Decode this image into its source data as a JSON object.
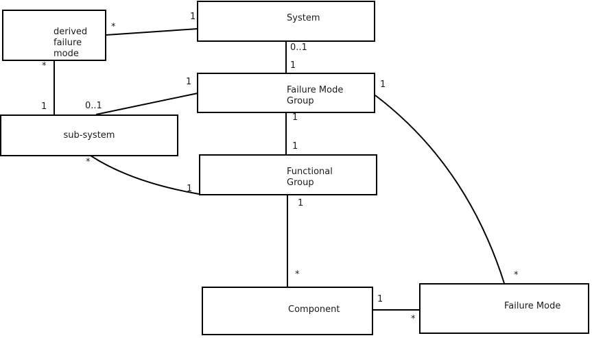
{
  "diagram": {
    "type": "uml-class-diagram",
    "background_color": "#ffffff",
    "line_color": "#000000",
    "entities": [
      {
        "id": "derived_failure_mode",
        "label": "derived\nfailure\nmode"
      },
      {
        "id": "system",
        "label": "System"
      },
      {
        "id": "failure_mode_group",
        "label": "Failure Mode\nGroup"
      },
      {
        "id": "sub_system",
        "label": "sub-system"
      },
      {
        "id": "functional_group",
        "label": "Functional\nGroup"
      },
      {
        "id": "component",
        "label": "Component"
      },
      {
        "id": "failure_mode",
        "label": "Failure Mode"
      }
    ],
    "relationships": [
      {
        "name": "derived-failure-mode_system",
        "ends": [
          {
            "entity": "derived failure mode",
            "multiplicity": "*"
          },
          {
            "entity": "System",
            "multiplicity": "1"
          }
        ]
      },
      {
        "name": "derived-failure-mode_sub-system",
        "ends": [
          {
            "entity": "derived failure mode",
            "multiplicity": "*"
          },
          {
            "entity": "sub-system",
            "multiplicity": "1"
          }
        ]
      },
      {
        "name": "sub-system_failure-mode-group",
        "ends": [
          {
            "entity": "sub-system",
            "multiplicity": "0..1"
          },
          {
            "entity": "Failure Mode Group",
            "multiplicity": "1"
          }
        ]
      },
      {
        "name": "system_failure-mode-group",
        "ends": [
          {
            "entity": "System",
            "multiplicity": "0..1"
          },
          {
            "entity": "Failure Mode Group",
            "multiplicity": "1"
          }
        ]
      },
      {
        "name": "failure-mode-group_functional-group",
        "ends": [
          {
            "entity": "Failure Mode Group",
            "multiplicity": "1"
          },
          {
            "entity": "Functional Group",
            "multiplicity": "1"
          }
        ]
      },
      {
        "name": "functional-group_component",
        "ends": [
          {
            "entity": "Functional Group",
            "multiplicity": "1"
          },
          {
            "entity": "Component",
            "multiplicity": "*"
          }
        ]
      },
      {
        "name": "sub-system_functional-group",
        "ends": [
          {
            "entity": "sub-system",
            "multiplicity": "*"
          },
          {
            "entity": "Functional Group",
            "multiplicity": "1"
          }
        ]
      },
      {
        "name": "failure-mode-group_failure-mode",
        "ends": [
          {
            "entity": "Failure Mode Group",
            "multiplicity": "1"
          },
          {
            "entity": "Failure Mode",
            "multiplicity": "*"
          }
        ]
      },
      {
        "name": "component_failure-mode",
        "ends": [
          {
            "entity": "Component",
            "multiplicity": "1"
          },
          {
            "entity": "Failure Mode",
            "multiplicity": "*"
          }
        ]
      }
    ]
  }
}
